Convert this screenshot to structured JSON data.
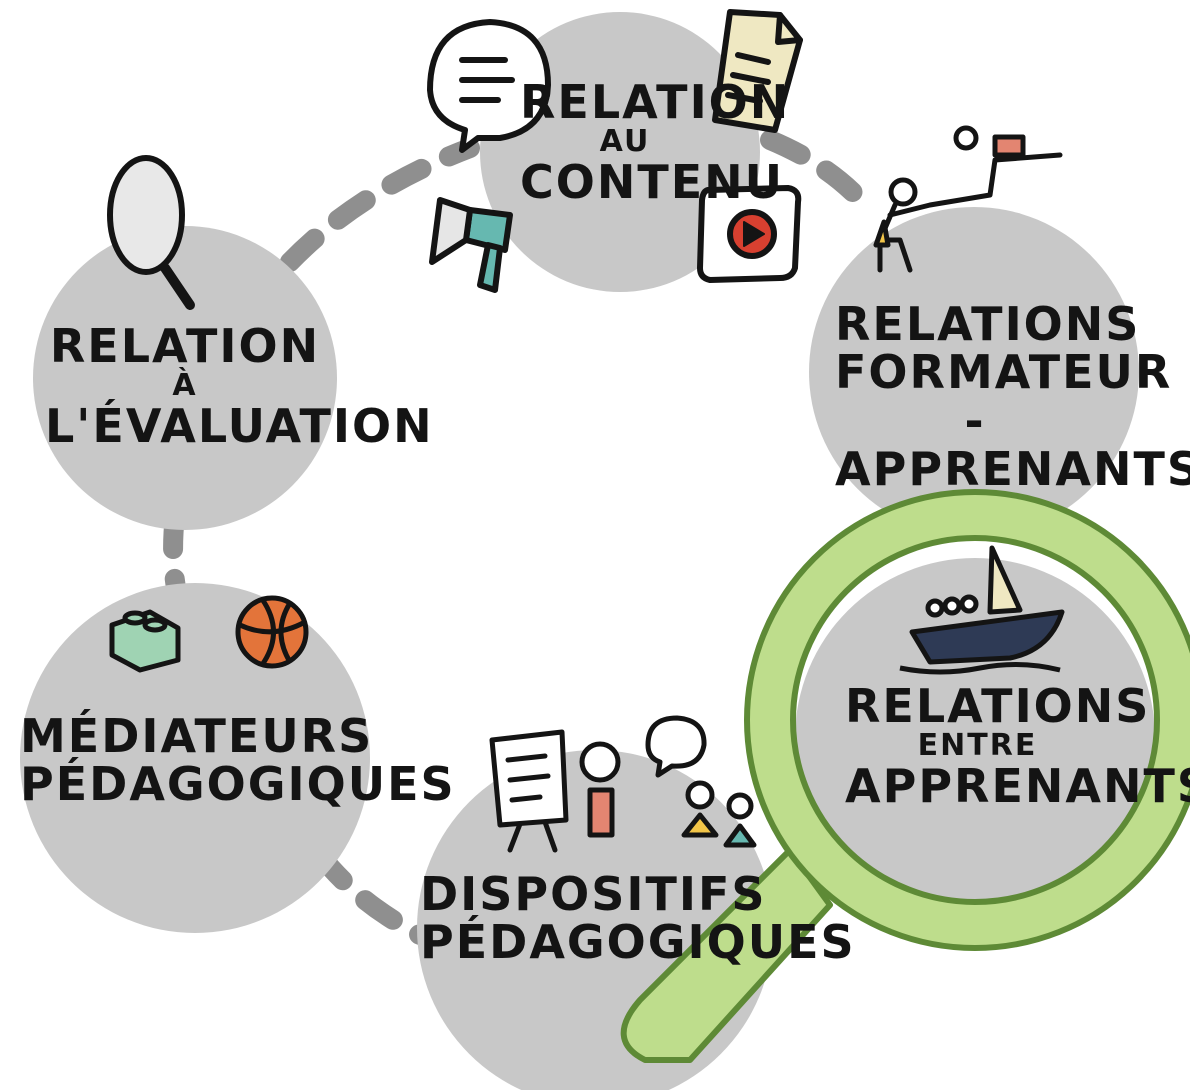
{
  "nodes": {
    "contenu": {
      "line1": "Relation",
      "line2": "au",
      "line3": "Contenu"
    },
    "formateur": {
      "line1": "Relations",
      "line2": "formateur -",
      "line3": "apprenants"
    },
    "evaluation": {
      "line1": "Relation",
      "line2": "à",
      "line3": "l'évaluation"
    },
    "mediateurs": {
      "line1": "Médiateurs",
      "line2": "pédagogiques"
    },
    "dispositifs": {
      "line1": "Dispositifs",
      "line2": "pédagogiques"
    },
    "entre": {
      "line1": "Relations",
      "line2": "entre",
      "line3": "apprenants"
    }
  },
  "colors": {
    "circle": "#c8c8c8",
    "dash": "#8f8f8f",
    "ink": "#141414",
    "magnifier_green": "#bedd8c",
    "magnifier_outline": "#5e8a36"
  },
  "icons": [
    "speech-bubble-icon",
    "document-icon",
    "megaphone-icon",
    "video-play-icon",
    "magnifying-glass-icon",
    "climber-icon",
    "lego-brick-icon",
    "basketball-icon",
    "flipchart-icon",
    "people-icon",
    "sailboat-icon"
  ]
}
